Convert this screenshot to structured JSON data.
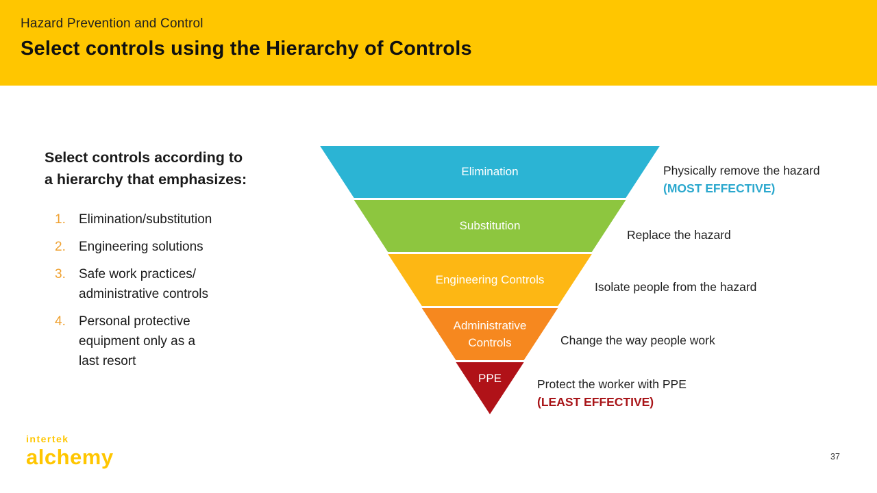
{
  "header": {
    "eyebrow": "Hazard Prevention and Control",
    "title": "Select controls using the Hierarchy of Controls",
    "background": "#FFC600"
  },
  "left_panel": {
    "heading_lines": [
      "Select controls according to",
      "a hierarchy that emphasizes:"
    ],
    "number_color": "#EFA02E",
    "items": [
      {
        "number": "1.",
        "lines": [
          "Elimination/substitution"
        ]
      },
      {
        "number": "2.",
        "lines": [
          "Engineering solutions"
        ]
      },
      {
        "number": "3.",
        "lines": [
          "Safe work practices/",
          "administrative controls"
        ]
      },
      {
        "number": "4.",
        "lines": [
          "Personal protective",
          "equipment only as a",
          "last resort"
        ]
      }
    ]
  },
  "pyramid": {
    "levels": [
      {
        "label": "Elimination",
        "color": "#2BB4D4",
        "annotation": "Physically remove the hazard",
        "emphasis": "(MOST EFFECTIVE)",
        "emphasis_color": "#2BA8CE"
      },
      {
        "label": "Substitution",
        "color": "#8DC63F",
        "annotation": "Replace the hazard"
      },
      {
        "label": "Engineering Controls",
        "color": "#FDB714",
        "annotation": "Isolate people from the hazard"
      },
      {
        "label": "Administrative Controls",
        "color": "#F6881F",
        "annotation": "Change the way people work"
      },
      {
        "label": "PPE",
        "color": "#B01218",
        "annotation": "Protect the worker with PPE",
        "emphasis": "(LEAST EFFECTIVE)",
        "emphasis_color": "#A81418"
      }
    ]
  },
  "footer": {
    "logo_line1": "intertek",
    "logo_line2": "alchemy",
    "logo_color": "#FFC600",
    "page_number": "37"
  }
}
